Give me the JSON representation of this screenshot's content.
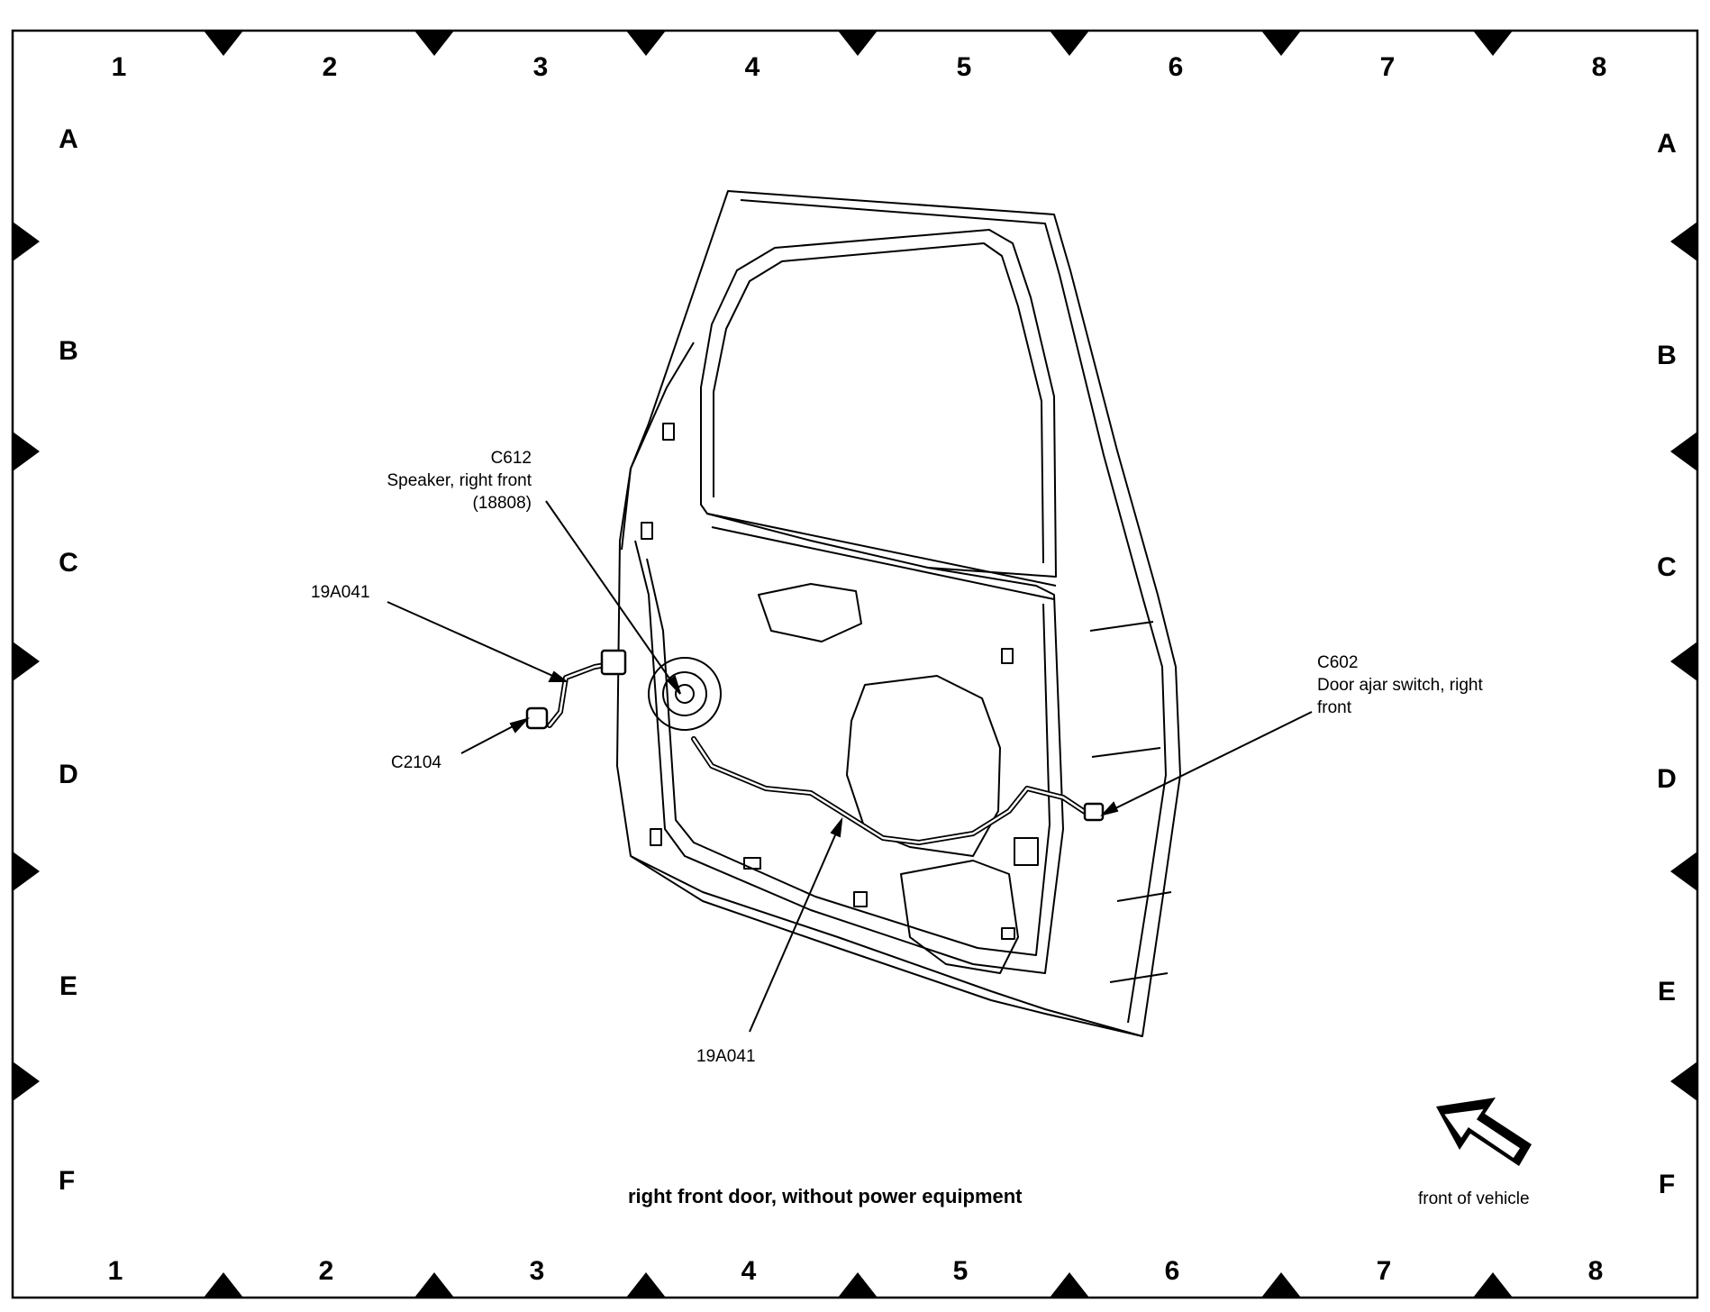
{
  "grid": {
    "columns": [
      "1",
      "2",
      "3",
      "4",
      "5",
      "6",
      "7",
      "8"
    ],
    "rows": [
      "A",
      "B",
      "C",
      "D",
      "E",
      "F"
    ]
  },
  "callouts": {
    "c612": {
      "id": "C612",
      "desc1": "Speaker, right front",
      "desc2": "(18808)"
    },
    "harness_upper": {
      "text": "19A041"
    },
    "c2104": {
      "text": "C2104"
    },
    "c602": {
      "id": "C602",
      "desc1": "Door ajar switch, right",
      "desc2": "front"
    },
    "harness_lower": {
      "text": "19A041"
    }
  },
  "caption": "right front door, without power equipment",
  "orientation": {
    "label": "front of vehicle",
    "icon": "direction-arrow-icon"
  },
  "colors": {
    "line": "#000000",
    "background": "#ffffff"
  }
}
